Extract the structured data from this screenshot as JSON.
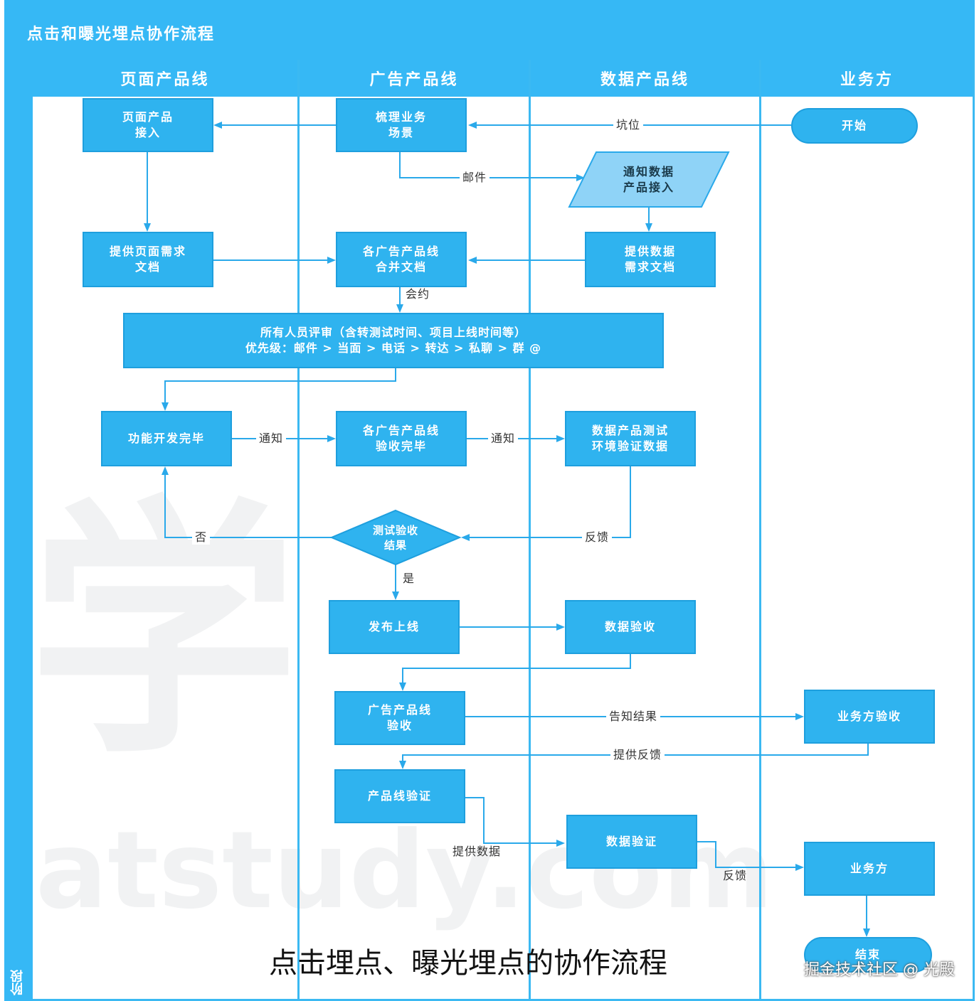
{
  "title": "点击和曝光埋点协作流程",
  "stage_label": "阶段",
  "lanes": [
    "页面产品线",
    "广告产品线",
    "数据产品线",
    "业务方"
  ],
  "watermark": {
    "big": "学",
    "small": "atstudy.com"
  },
  "nodes": {
    "start": "开始",
    "page_access": "页面产品\n接入",
    "sort_scene": "梳理业务\n场景",
    "notify_data": "通知数据\n产品接入",
    "page_req_doc": "提供页面需求\n文档",
    "merge_doc": "各广告产品线\n合并文档",
    "data_req_doc": "提供数据\n需求文档",
    "review": "所有人员评审（含转测试时间、项目上线时间等）\n优先级：邮件 > 当面 > 电话 > 转达 > 私聊 > 群 @",
    "dev_done": "功能开发完毕",
    "ad_accept_done": "各广告产品线\n验收完毕",
    "data_test_env": "数据产品测试\n环境验证数据",
    "test_result": "测试验收\n结果",
    "release": "发布上线",
    "data_accept": "数据验收",
    "ad_line_accept": "广告产品线\n验收",
    "biz_accept": "业务方验收",
    "line_verify": "产品线验证",
    "data_verify": "数据验证",
    "biz_side": "业务方",
    "end": "结束"
  },
  "edge_labels": {
    "slot": "坑位",
    "mail": "邮件",
    "meeting": "会约",
    "notify1": "通知",
    "notify2": "通知",
    "feedback1": "反馈",
    "no": "否",
    "yes": "是",
    "tell_result": "告知结果",
    "give_feedback": "提供反馈",
    "give_data": "提供数据",
    "feedback2": "反馈"
  },
  "caption": "点击埋点、曝光埋点的协作流程",
  "credit": "掘金技术社区 @ 光殿",
  "colors": {
    "primary": "#2fb3ef",
    "header": "#36b8f5",
    "parallelogram": "#8fd3f7",
    "line": "#2aa9ea"
  }
}
